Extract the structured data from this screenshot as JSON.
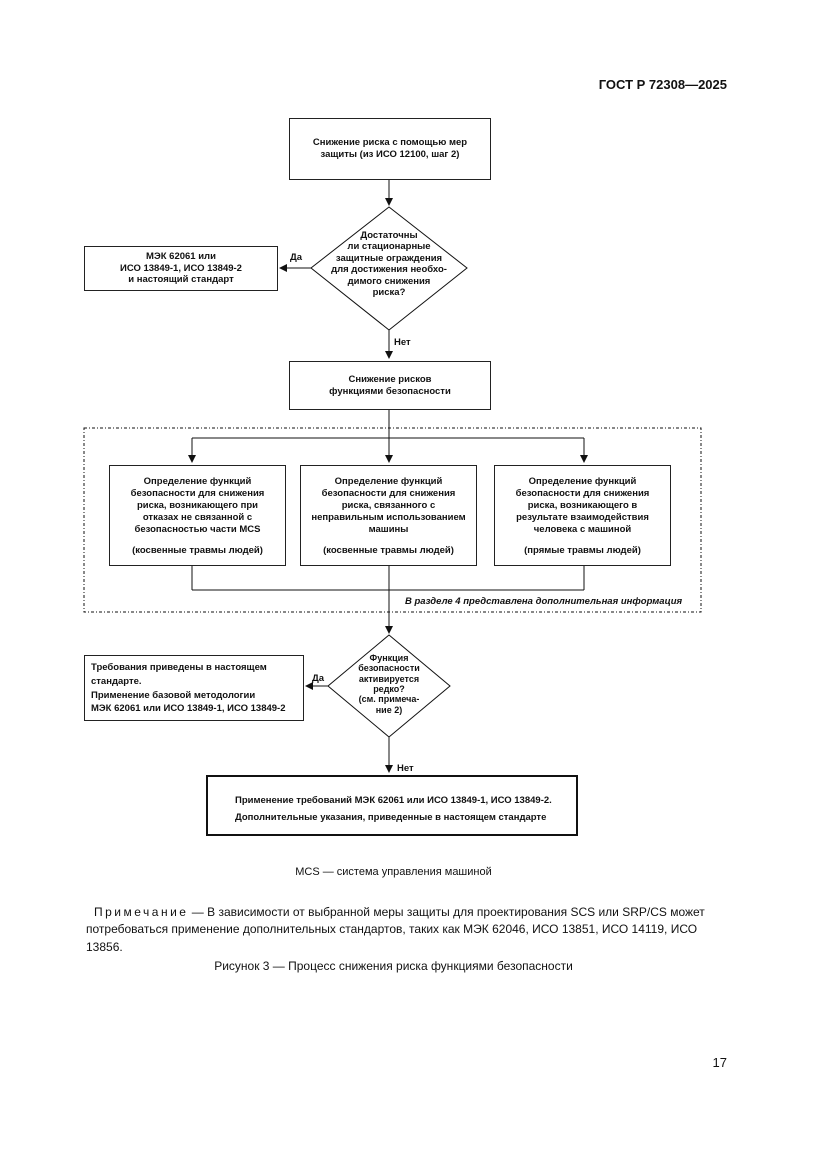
{
  "header": {
    "standard": "ГОСТ Р 72308—2025"
  },
  "flowchart": {
    "start": {
      "line1": "Снижение риска с помощью  мер",
      "line2": "защиты (из ИСО 12100, шаг 2)"
    },
    "decision1": {
      "lines": [
        "Достаточны",
        "ли стационарные",
        "защитные ограждения",
        "для достижения необхо-",
        "димого снижения",
        "риска?"
      ]
    },
    "yes1_label": "Да",
    "yes1_box": {
      "line1": "МЭК 62061 или",
      "line2": "ИСО 13849-1, ИСО 13849-2",
      "line3": "и настоящий стандарт"
    },
    "no1_label": "Нет",
    "reduce": {
      "line1": "Снижение рисков",
      "line2": "функциями безопасности"
    },
    "branch_left": {
      "lines": [
        "Определение функций",
        "безопасности для снижения",
        "риска, возникающего при",
        "отказах не связанной с",
        "безопасностью части MCS"
      ],
      "tag": "(косвенные травмы людей)"
    },
    "branch_mid": {
      "lines": [
        "Определение функций",
        "безопасности для снижения",
        "риска, связанного с",
        "неправильным использованием",
        "машины"
      ],
      "tag": "(косвенные травмы людей)"
    },
    "branch_right": {
      "lines": [
        "Определение функций",
        "безопасности для снижения",
        "риска, возникающего в",
        "результате взаимодействия",
        "человека с машиной"
      ],
      "tag": "(прямые травмы людей)"
    },
    "group_note": "В разделе 4 представлена дополнительная информация",
    "decision2": {
      "lines": [
        "Функция",
        "безопасности",
        "активируется",
        "редко?",
        "(см. примеча-",
        "ние 2)"
      ]
    },
    "yes2_label": "Да",
    "yes2_box": {
      "line1": "Требования приведены в настоящем",
      "line2": "стандарте.",
      "line3": "Применение базовой методологии",
      "line4": "МЭК 62061 или ИСО 13849-1, ИСО 13849-2"
    },
    "no2_label": "Нет",
    "final": {
      "line1": "Применение требований МЭК 62061 или ИСО 13849-1, ИСО 13849-2.",
      "line2": "Дополнительные указания, приведенные в настоящем стандарте"
    }
  },
  "legend": "MCS — система управления машиной",
  "note": {
    "label": "Примечание",
    "text": " — В зависимости от выбранной меры защиты для проектирования SCS или SRP/CS может потребоваться применение дополнительных стандартов, таких как МЭК 62046, ИСО 13851, ИСО 14119, ИСО 13856."
  },
  "figure_caption": "Рисунок 3 — Процесс снижения риска функциями безопасности",
  "page_number": "17"
}
